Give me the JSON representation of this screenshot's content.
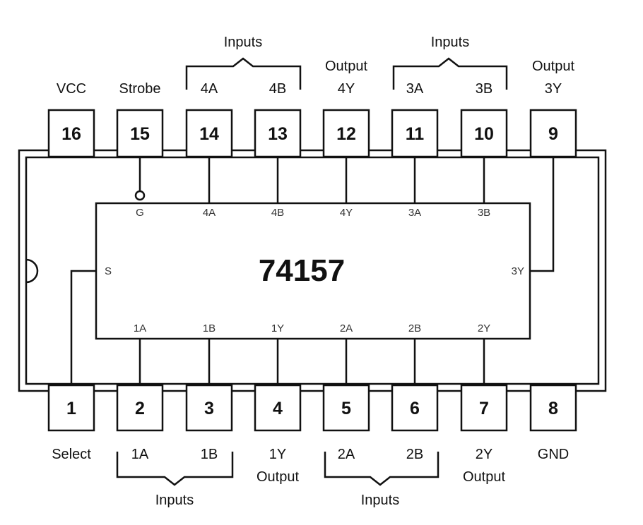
{
  "chip": {
    "name": "74157"
  },
  "top_pins": [
    {
      "num": "16",
      "label": "VCC"
    },
    {
      "num": "15",
      "label": "Strobe"
    },
    {
      "num": "14",
      "label": "4A"
    },
    {
      "num": "13",
      "label": "4B"
    },
    {
      "num": "12",
      "label": "4Y",
      "caption": "Output"
    },
    {
      "num": "11",
      "label": "3A"
    },
    {
      "num": "10",
      "label": "3B"
    },
    {
      "num": "9",
      "label": "3Y",
      "caption": "Output"
    }
  ],
  "bottom_pins": [
    {
      "num": "1",
      "label": "Select"
    },
    {
      "num": "2",
      "label": "1A"
    },
    {
      "num": "3",
      "label": "1B"
    },
    {
      "num": "4",
      "label": "1Y",
      "caption": "Output"
    },
    {
      "num": "5",
      "label": "2A"
    },
    {
      "num": "6",
      "label": "2B"
    },
    {
      "num": "7",
      "label": "2Y",
      "caption": "Output"
    },
    {
      "num": "8",
      "label": "GND"
    }
  ],
  "inner_top_labels": [
    "G",
    "4A",
    "4B",
    "4Y",
    "3A",
    "3B"
  ],
  "inner_bottom_labels": [
    "1A",
    "1B",
    "1Y",
    "2A",
    "2B",
    "2Y"
  ],
  "inner_side_labels": {
    "left": "S",
    "right": "3Y"
  },
  "group_labels": {
    "top_inputs_4": "Inputs",
    "top_inputs_3": "Inputs",
    "bottom_inputs_1": "Inputs",
    "bottom_inputs_2": "Inputs"
  }
}
